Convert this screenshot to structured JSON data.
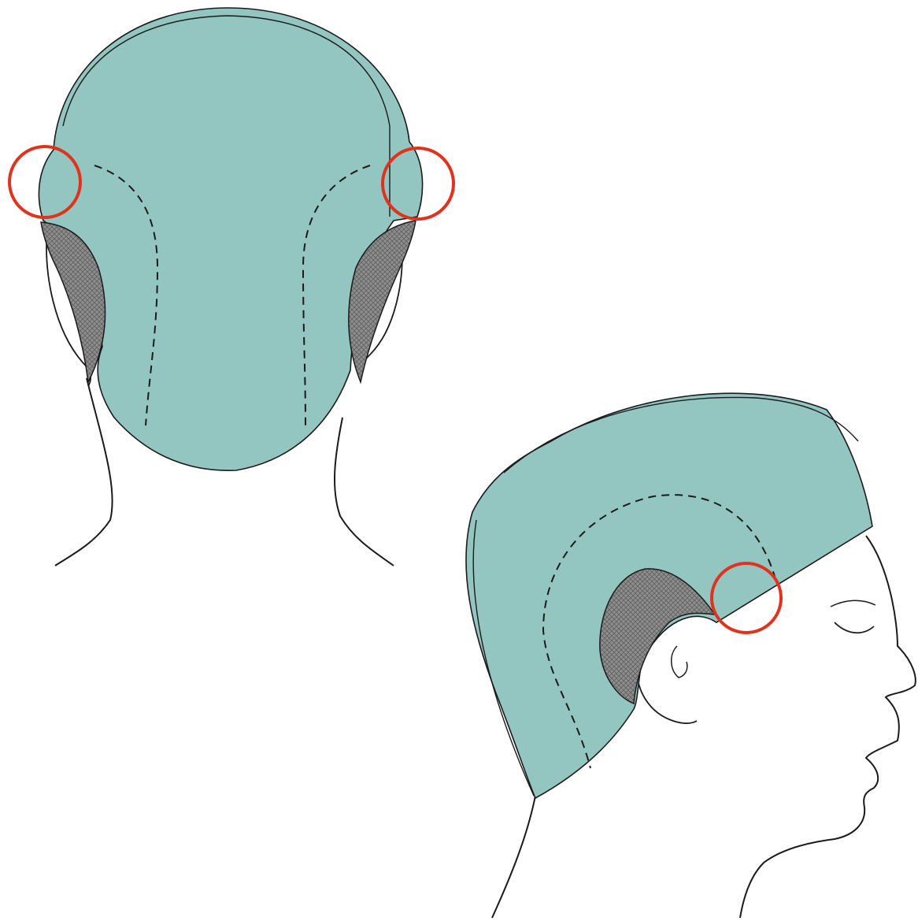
{
  "illustration": {
    "views": [
      "rear",
      "side"
    ],
    "colors": {
      "cap": "#93c6c1",
      "outline": "#1b1b1b",
      "padding": "#8e8e8e",
      "highlight": "#e0331e",
      "background": "#ffffff"
    },
    "icons": [
      "highlight-circle",
      "dashed-seam-line",
      "mesh-padding"
    ]
  }
}
